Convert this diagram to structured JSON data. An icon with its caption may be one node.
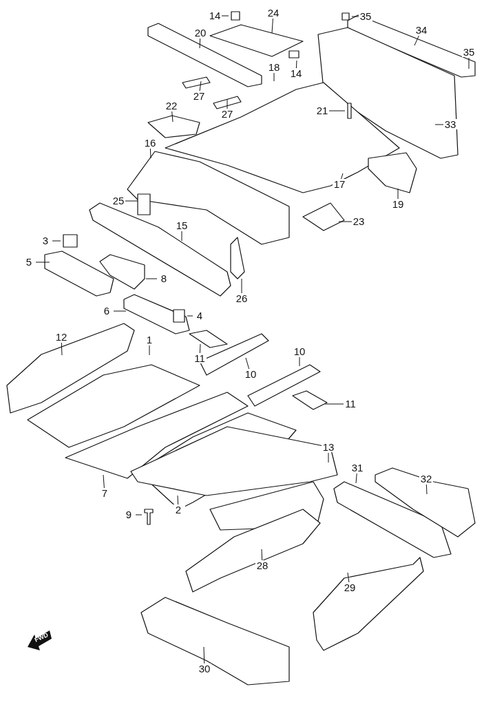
{
  "diagram": {
    "nodes": [
      {
        "text": [
          "35"
        ]
      },
      {
        "text": [
          "24"
        ]
      },
      {
        "text": [
          "14"
        ]
      },
      {
        "text": [
          "34"
        ]
      },
      {
        "text": [
          "20"
        ]
      },
      {
        "text": [
          "35"
        ]
      },
      {
        "text": [
          "18"
        ]
      },
      {
        "text": [
          "14"
        ]
      },
      {
        "text": [
          "27"
        ]
      },
      {
        "text": [
          "22"
        ]
      },
      {
        "text": [
          "27"
        ]
      },
      {
        "text": [
          "21"
        ]
      },
      {
        "text": [
          "33"
        ]
      },
      {
        "text": [
          "16"
        ]
      },
      {
        "text": [
          "17"
        ]
      },
      {
        "text": [
          "25"
        ]
      },
      {
        "text": [
          "19"
        ]
      },
      {
        "text": [
          "23"
        ]
      },
      {
        "text": [
          "15"
        ]
      },
      {
        "text": [
          "3"
        ]
      },
      {
        "text": [
          "5"
        ]
      },
      {
        "text": [
          "8"
        ]
      },
      {
        "text": [
          "26"
        ]
      },
      {
        "text": [
          "6"
        ]
      },
      {
        "text": [
          "4"
        ]
      },
      {
        "text": [
          "12"
        ]
      },
      {
        "text": [
          "1"
        ]
      },
      {
        "text": [
          "10"
        ]
      },
      {
        "text": [
          "11"
        ]
      },
      {
        "text": [
          "10"
        ]
      },
      {
        "text": [
          "11"
        ]
      },
      {
        "text": [
          "13"
        ]
      },
      {
        "text": [
          "31"
        ]
      },
      {
        "text": [
          "32"
        ]
      },
      {
        "text": [
          "7"
        ]
      },
      {
        "text": [
          "2"
        ]
      },
      {
        "text": [
          "9"
        ]
      },
      {
        "text": [
          "28"
        ]
      },
      {
        "text": [
          "29"
        ]
      },
      {
        "text": [
          "30"
        ]
      }
    ],
    "edges": [
      {
        "from": 0,
        "to": null,
        "arrow": "none"
      },
      {
        "from": 1,
        "to": null,
        "arrow": "none"
      },
      {
        "from": 2,
        "to": null,
        "arrow": "none"
      },
      {
        "from": 3,
        "to": null,
        "arrow": "none"
      },
      {
        "from": 4,
        "to": null,
        "arrow": "none"
      },
      {
        "from": 5,
        "to": null,
        "arrow": "none"
      },
      {
        "from": 6,
        "to": null,
        "arrow": "none"
      },
      {
        "from": 7,
        "to": null,
        "arrow": "none"
      },
      {
        "from": 8,
        "to": null,
        "arrow": "none"
      },
      {
        "from": 9,
        "to": null,
        "arrow": "none"
      },
      {
        "from": 10,
        "to": null,
        "arrow": "none"
      },
      {
        "from": 11,
        "to": null,
        "arrow": "none"
      },
      {
        "from": 12,
        "to": null,
        "arrow": "none"
      },
      {
        "from": 13,
        "to": null,
        "arrow": "none"
      },
      {
        "from": 14,
        "to": null,
        "arrow": "none"
      },
      {
        "from": 15,
        "to": null,
        "arrow": "none"
      },
      {
        "from": 16,
        "to": null,
        "arrow": "none"
      },
      {
        "from": 17,
        "to": null,
        "arrow": "none"
      },
      {
        "from": 18,
        "to": null,
        "arrow": "none"
      },
      {
        "from": 19,
        "to": null,
        "arrow": "none"
      },
      {
        "from": 20,
        "to": null,
        "arrow": "none"
      },
      {
        "from": 21,
        "to": null,
        "arrow": "none"
      },
      {
        "from": 22,
        "to": null,
        "arrow": "none"
      },
      {
        "from": 23,
        "to": null,
        "arrow": "none"
      },
      {
        "from": 24,
        "to": null,
        "arrow": "none"
      },
      {
        "from": 25,
        "to": null,
        "arrow": "none"
      },
      {
        "from": 26,
        "to": null,
        "arrow": "none"
      },
      {
        "from": 27,
        "to": null,
        "arrow": "none"
      },
      {
        "from": 28,
        "to": null,
        "arrow": "none"
      },
      {
        "from": 29,
        "to": null,
        "arrow": "none"
      },
      {
        "from": 30,
        "to": null,
        "arrow": "none"
      },
      {
        "from": 31,
        "to": null,
        "arrow": "none"
      },
      {
        "from": 32,
        "to": null,
        "arrow": "none"
      },
      {
        "from": 33,
        "to": null,
        "arrow": "none"
      },
      {
        "from": 34,
        "to": null,
        "arrow": "none"
      },
      {
        "from": 35,
        "to": null,
        "arrow": "none"
      },
      {
        "from": 36,
        "to": null,
        "arrow": "none"
      },
      {
        "from": 37,
        "to": null,
        "arrow": "none"
      },
      {
        "from": 38,
        "to": null,
        "arrow": "none"
      },
      {
        "from": 39,
        "to": null,
        "arrow": "none"
      }
    ],
    "labels": [
      "FWD"
    ]
  }
}
